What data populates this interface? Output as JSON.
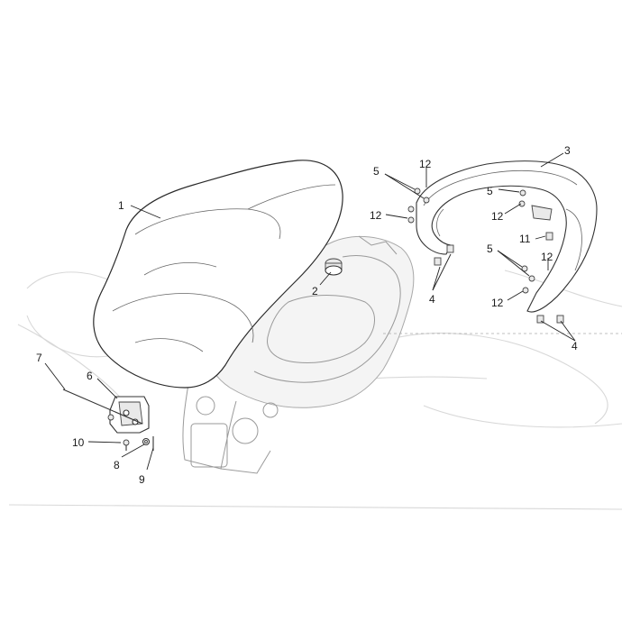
{
  "callouts": {
    "c1": "1",
    "c2": "2",
    "c3": "3",
    "c4a": "4",
    "c4b": "4",
    "c5a": "5",
    "c5b": "5",
    "c5c": "5",
    "c6": "6",
    "c7": "7",
    "c8": "8",
    "c9": "9",
    "c10": "10",
    "c11": "11",
    "c12a": "12",
    "c12b": "12",
    "c12c": "12",
    "c12d": "12",
    "c12e": "12"
  }
}
